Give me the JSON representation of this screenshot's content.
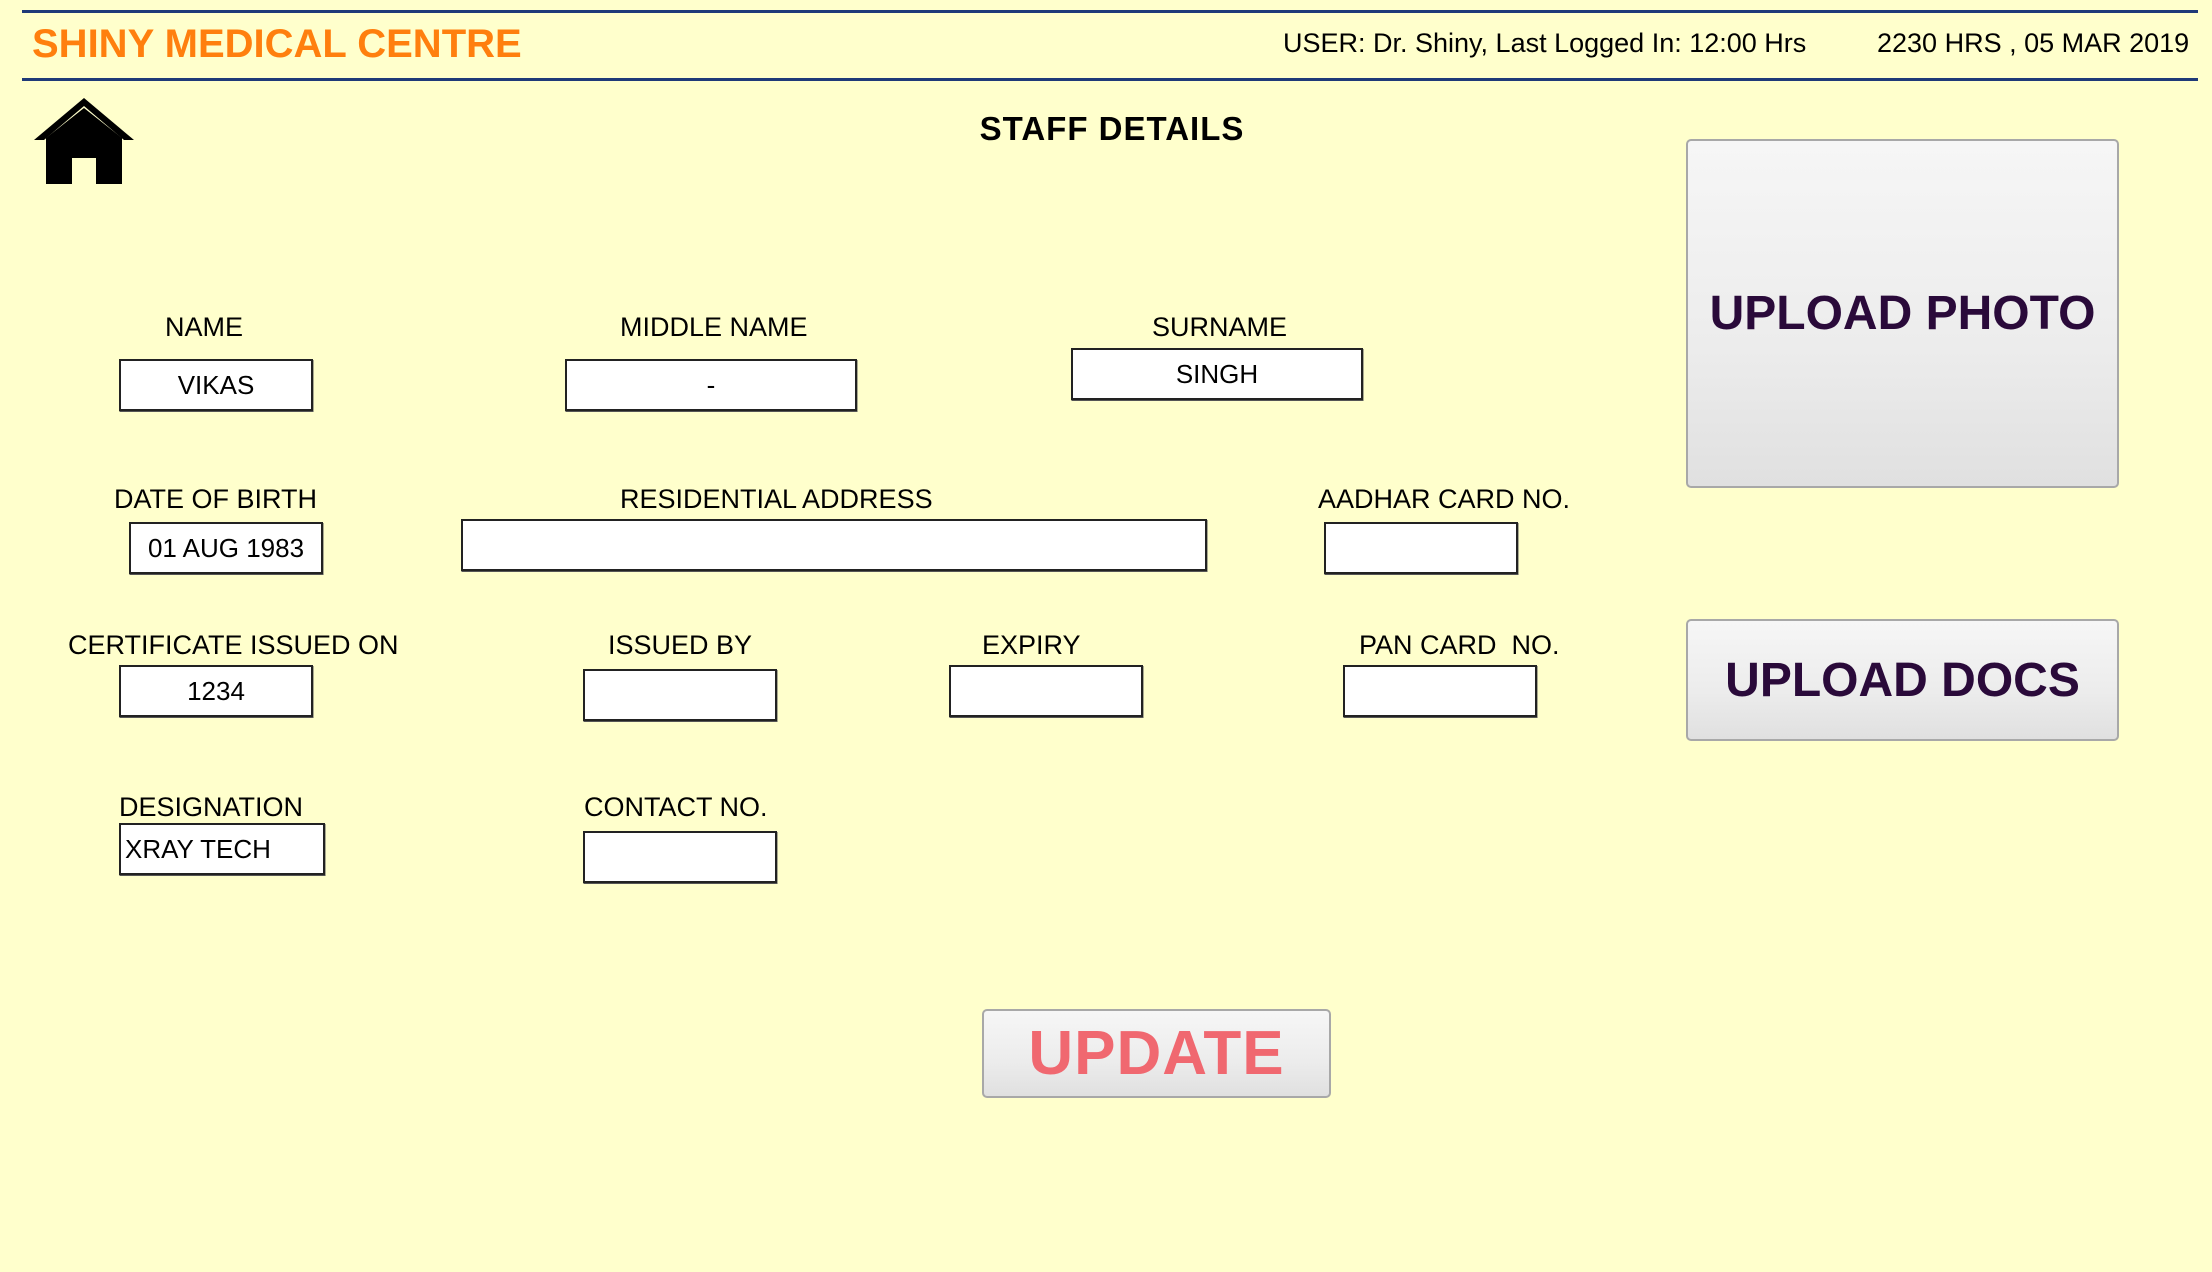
{
  "header": {
    "app_title": "SHINY MEDICAL CENTRE",
    "user_info": "USER: Dr. Shiny, Last Logged In: 12:00 Hrs",
    "datetime": "2230 HRS , 05 MAR 2019"
  },
  "page": {
    "title": "STAFF DETAILS"
  },
  "icons": {
    "home": "home-icon"
  },
  "colors": {
    "background": "#ffffcc",
    "title_orange": "#ff7f0e",
    "rule_blue": "#1f3a78",
    "button_text_dark": "#2a0a3a",
    "update_text": "#f06870"
  },
  "form": {
    "name": {
      "label": "NAME",
      "value": "VIKAS"
    },
    "middle_name": {
      "label": "MIDDLE NAME",
      "value": "-"
    },
    "surname": {
      "label": "SURNAME",
      "value": "SINGH"
    },
    "dob": {
      "label": "DATE OF BIRTH",
      "value": "01 AUG 1983"
    },
    "address": {
      "label": "RESIDENTIAL ADDRESS",
      "value": ""
    },
    "aadhar": {
      "label": "AADHAR CARD NO.",
      "value": ""
    },
    "cert_issued_on": {
      "label": "CERTIFICATE ISSUED ON",
      "value": "1234"
    },
    "issued_by": {
      "label": "ISSUED BY",
      "value": ""
    },
    "expiry": {
      "label": "EXPIRY",
      "value": ""
    },
    "pan": {
      "label": "PAN CARD  NO.",
      "value": ""
    },
    "designation": {
      "label": "DESIGNATION",
      "value": "XRAY TECH"
    },
    "contact": {
      "label": "CONTACT NO.",
      "value": ""
    }
  },
  "buttons": {
    "upload_photo": "UPLOAD PHOTO",
    "upload_docs": "UPLOAD DOCS",
    "update": "UPDATE"
  }
}
